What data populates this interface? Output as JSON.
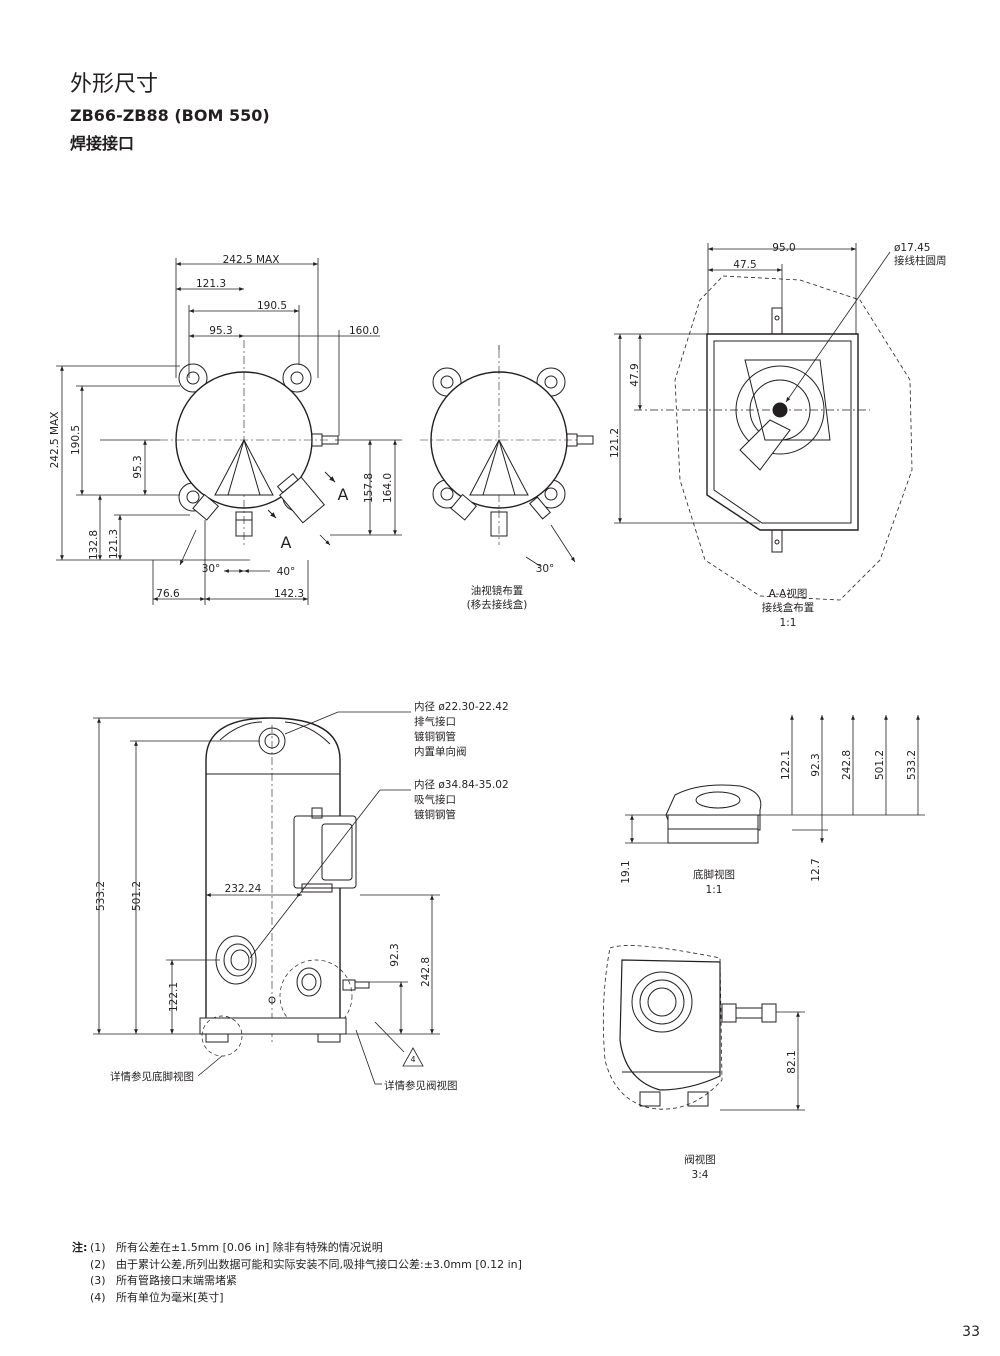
{
  "header": {
    "title": "外形尺寸",
    "model": "ZB66-ZB88 (BOM 550)",
    "connection": "焊接接口"
  },
  "top_view": {
    "dims": [
      "242.5 MAX",
      "121.3",
      "190.5",
      "95.3",
      "160.0",
      "242.5 MAX",
      "190.5",
      "95.3",
      "132.8",
      "121.3",
      "157.8",
      "164.0",
      "76.6",
      "142.3"
    ],
    "angles": [
      "30°",
      "40°"
    ],
    "section_mark": "A"
  },
  "sight_glass_view": {
    "angle": "30°",
    "caption_line1": "油视镜布置",
    "caption_line2": "(移去接线盒)"
  },
  "aa_view": {
    "dims": [
      "95.0",
      "47.5",
      "47.9",
      "121.2"
    ],
    "terminal_dim": "ø17.45",
    "terminal_label": "接线柱圆周",
    "caption_line1": "A-A视图",
    "caption_line2": "接线盒布置",
    "caption_line3": "1:1"
  },
  "front_view": {
    "dims": [
      "533.2",
      "501.2",
      "122.1",
      "232.24",
      "92.3",
      "242.8"
    ],
    "discharge_callout": [
      "内径 ø22.30-22.42",
      "排气接口",
      "镀铜钢管",
      "内置单向阀"
    ],
    "suction_callout": [
      "内径 ø34.84-35.02",
      "吸气接口",
      "镀铜钢管"
    ],
    "foot_ref": "详情参见底脚视图",
    "valve_ref": "详情参见阀视图",
    "note_flag": "4"
  },
  "foot_view": {
    "dims": [
      "122.1",
      "92.3",
      "242.8",
      "501.2",
      "533.2",
      "19.1",
      "12.7"
    ],
    "caption_line1": "底脚视图",
    "caption_line2": "1:1"
  },
  "valve_view": {
    "dim": "82.1",
    "caption_line1": "阀视图",
    "caption_line2": "3:4"
  },
  "notes": {
    "lead": "注:",
    "items": [
      {
        "num": "(1)",
        "text": "所有公差在±1.5mm [0.06 in] 除非有特殊的情况说明"
      },
      {
        "num": "(2)",
        "text": "由于累计公差,所列出数据可能和实际安装不同,吸排气接口公差:±3.0mm [0.12 in]"
      },
      {
        "num": "(3)",
        "text": "所有管路接口末端需堵紧"
      },
      {
        "num": "(4)",
        "text": "所有单位为毫米[英寸]"
      }
    ]
  },
  "page_number": "33"
}
